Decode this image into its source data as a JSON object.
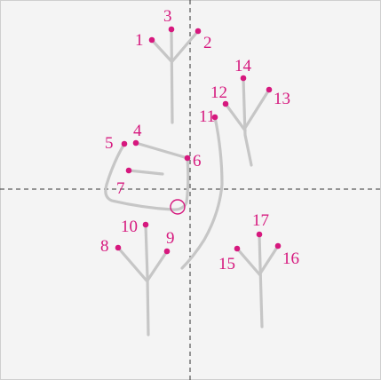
{
  "colors": {
    "background": "#f4f4f4",
    "border": "#cfcfcf",
    "stroke": "#c6c6c6",
    "accent": "#d6187e",
    "guide": "#333333"
  },
  "labels": {
    "n1": "1",
    "n2": "2",
    "n3": "3",
    "n4": "4",
    "n5": "5",
    "n6": "6",
    "n7": "7",
    "n8": "8",
    "n9": "9",
    "n10": "10",
    "n11": "11",
    "n12": "12",
    "n13": "13",
    "n14": "14",
    "n15": "15",
    "n16": "16",
    "n17": "17"
  }
}
